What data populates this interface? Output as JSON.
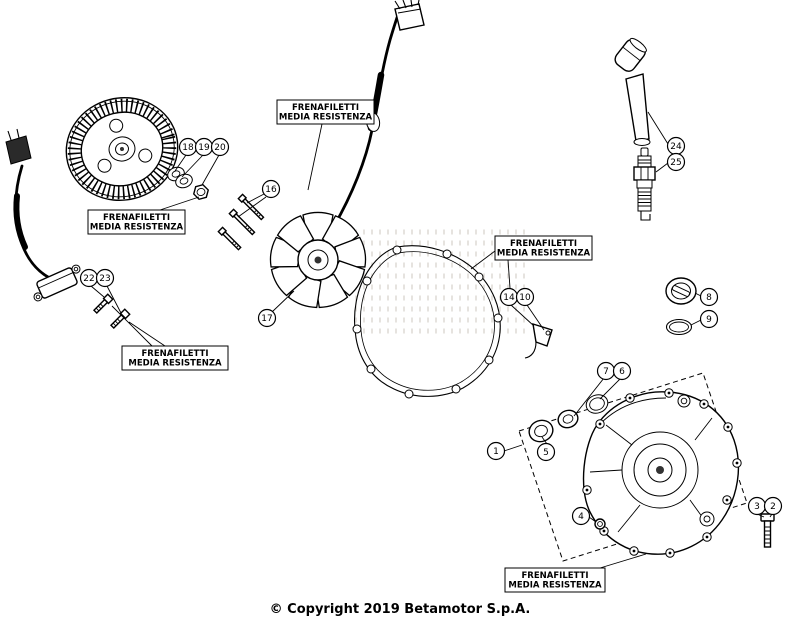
{
  "page": {
    "copyright": "© Copyright 2019 Betamotor S.p.A."
  },
  "note": {
    "line1": "FRENAFILETTI",
    "line2": "MEDIA RESISTENZA"
  },
  "callouts": {
    "c1": "1",
    "c2": "2",
    "c3": "3",
    "c4": "4",
    "c5": "5",
    "c6": "6",
    "c7": "7",
    "c8": "8",
    "c9": "9",
    "c10": "10",
    "c14": "14",
    "c16": "16",
    "c17": "17",
    "c18": "18",
    "c19": "19",
    "c20": "20",
    "c22": "22",
    "c23": "23",
    "c24": "24",
    "c25": "25"
  }
}
